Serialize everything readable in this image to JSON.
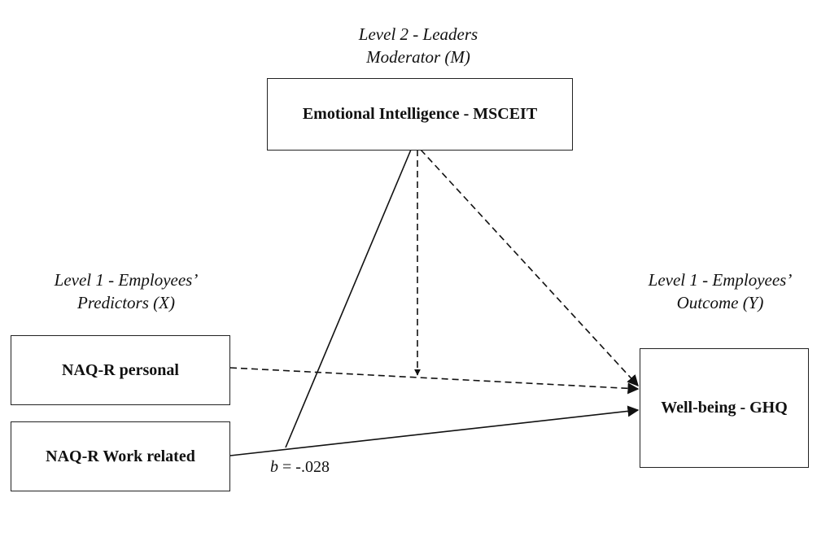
{
  "moderator": {
    "level_label": "Level 2 - Leaders",
    "role_label": "Moderator (M)",
    "box_label": "Emotional Intelligence - MSCEIT"
  },
  "predictors": {
    "level_label": "Level 1 - Employees’",
    "role_label": "Predictors (X)",
    "items": [
      {
        "label": "NAQ-R personal"
      },
      {
        "label": "NAQ-R Work related"
      }
    ]
  },
  "outcome": {
    "level_label": "Level 1 - Employees’",
    "role_label": "Outcome (Y)",
    "box_label": "Well-being - GHQ"
  },
  "coefficient": {
    "symbol": "b",
    "value": " = -.028"
  }
}
